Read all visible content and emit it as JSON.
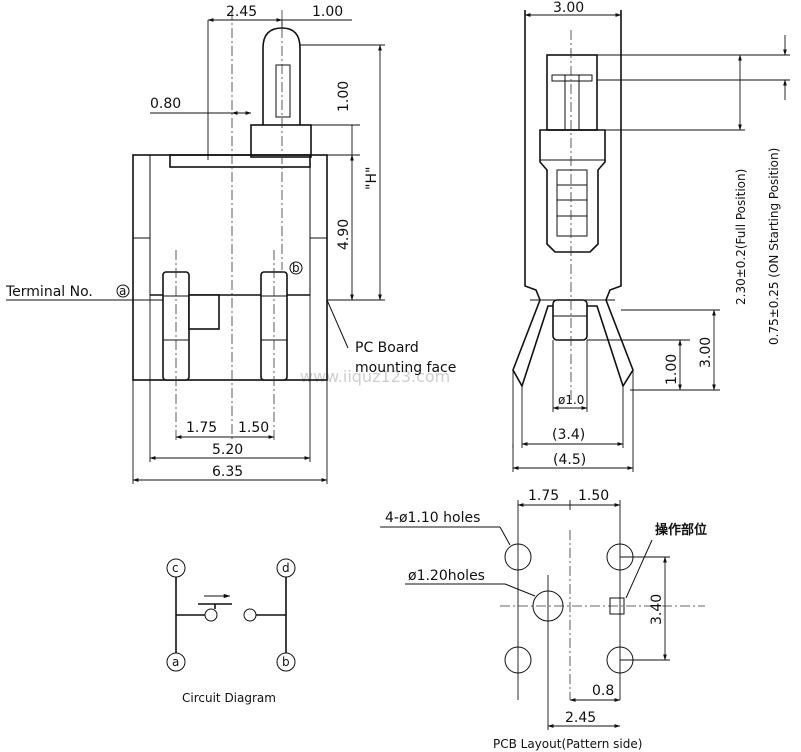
{
  "front_view": {
    "dim_top_left": "2.45",
    "dim_top_right": "1.00",
    "dim_stem_offset": "0.80",
    "dim_stem_height": "1.00",
    "dim_body_height": "4.90",
    "dim_h": "\"H\"",
    "dim_pin_left": "1.75",
    "dim_pin_right": "1.50",
    "dim_width_inner": "5.20",
    "dim_width_outer": "6.35",
    "terminal_label": "Terminal No.",
    "terminal_a": "a",
    "terminal_b": "b",
    "pcb_label_1": "PC Board",
    "pcb_label_2": "mounting face"
  },
  "side_view": {
    "dim_width": "3.00",
    "dim_full_position": "2.30±0.2(Full Position)",
    "dim_on_position": "0.75±0.25 (ON Starting Position)",
    "dim_pin_length": "3.00",
    "dim_pin_small": "1.00",
    "dim_pin_dia": "ø1.0",
    "dim_3_4": "(3.4)",
    "dim_4_5": "(4.5)"
  },
  "circuit": {
    "title": "Circuit Diagram",
    "term_c": "c",
    "term_d": "d",
    "term_a": "a",
    "term_b": "b"
  },
  "pcb": {
    "title": "PCB Layout(Pattern side)",
    "dim_1_75": "1.75",
    "dim_1_50": "1.50",
    "holes_small": "4-ø1.10 holes",
    "hole_large": "ø1.20holes",
    "operation_label": "操作部位",
    "dim_3_40": "3.40",
    "dim_0_8": "0.8",
    "dim_2_45": "2.45"
  },
  "watermark": "www.iiquz123.com"
}
